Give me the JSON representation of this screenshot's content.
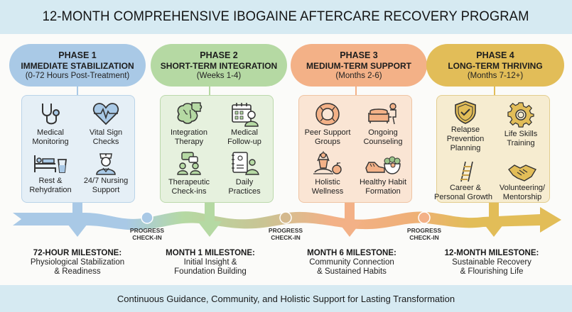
{
  "title": "12-MONTH COMPREHENSIVE IBOGAINE AFTERCARE RECOVERY PROGRAM",
  "footer": "Continuous Guidance, Community, and Holistic Support for Lasting Transformation",
  "colors": {
    "phase1": "#a9c9e6",
    "phase2": "#b5d9a3",
    "phase3": "#f3b187",
    "phase4": "#e2bd58",
    "header_bg": "#d6eaf2"
  },
  "phases": [
    {
      "phase": "PHASE 1",
      "name": "IMMEDIATE STABILIZATION",
      "range": "(0-72 Hours Post-Treatment)",
      "items": [
        {
          "label_1": "Medical",
          "label_2": "Monitoring",
          "icon": "stethoscope-icon"
        },
        {
          "label_1": "Vital Sign",
          "label_2": "Checks",
          "icon": "heartbeat-icon"
        },
        {
          "label_1": "Rest &",
          "label_2": "Rehydration",
          "icon": "bed-water-icon"
        },
        {
          "label_1": "24/7 Nursing",
          "label_2": "Support",
          "icon": "nurse-icon"
        }
      ],
      "milestone_title": "72-HOUR MILESTONE:",
      "milestone_line1": "Physiological Stabilization",
      "milestone_line2": "& Readiness"
    },
    {
      "phase": "PHASE 2",
      "name": "SHORT-TERM INTEGRATION",
      "range": "(Weeks 1-4)",
      "items": [
        {
          "label_1": "Integration",
          "label_2": "Therapy",
          "icon": "brain-puzzle-icon"
        },
        {
          "label_1": "Medical",
          "label_2": "Follow-up",
          "icon": "calendar-doctor-icon"
        },
        {
          "label_1": "Therapeutic",
          "label_2": "Check-ins",
          "icon": "chat-people-icon"
        },
        {
          "label_1": "Daily",
          "label_2": "Practices",
          "icon": "journal-meditation-icon"
        }
      ],
      "milestone_title": "MONTH 1 MILESTONE:",
      "milestone_line1": "Initial Insight &",
      "milestone_line2": "Foundation Building"
    },
    {
      "phase": "PHASE 3",
      "name": "MEDIUM-TERM SUPPORT",
      "range": "(Months 2-6)",
      "items": [
        {
          "label_1": "Peer Support",
          "label_2": "Groups",
          "icon": "hands-circle-icon"
        },
        {
          "label_1": "Ongoing",
          "label_2": "Counseling",
          "icon": "couch-counselor-icon"
        },
        {
          "label_1": "Holistic",
          "label_2": "Wellness",
          "icon": "yoga-apple-icon"
        },
        {
          "label_1": "Healthy Habit",
          "label_2": "Formation",
          "icon": "shoe-salad-icon"
        }
      ],
      "milestone_title": "MONTH 6 MILESTONE:",
      "milestone_line1": "Community Connection",
      "milestone_line2": "& Sustained Habits"
    },
    {
      "phase": "PHASE 4",
      "name": "LONG-TERM THRIVING",
      "range": "(Months 7-12+)",
      "items": [
        {
          "label_1": "Relapse",
          "label_2": "Prevention",
          "label_3": "Planning",
          "icon": "shield-check-icon"
        },
        {
          "label_1": "Life Skills",
          "label_2": "Training",
          "icon": "gear-icon"
        },
        {
          "label_1": "Career &",
          "label_2": "Personal Growth",
          "icon": "ladder-icon"
        },
        {
          "label_1": "Volunteering/",
          "label_2": "Mentorship",
          "icon": "handshake-icon"
        }
      ],
      "milestone_title": "12-MONTH MILESTONE:",
      "milestone_line1": "Sustainable Recovery",
      "milestone_line2": "& Flourishing Life"
    }
  ],
  "checkins": [
    {
      "line1": "PROGRESS",
      "line2": "CHECK-IN"
    },
    {
      "line1": "PROGRESS",
      "line2": "CHECK-IN"
    },
    {
      "line1": "PROGRESS",
      "line2": "CHECK-IN"
    }
  ]
}
